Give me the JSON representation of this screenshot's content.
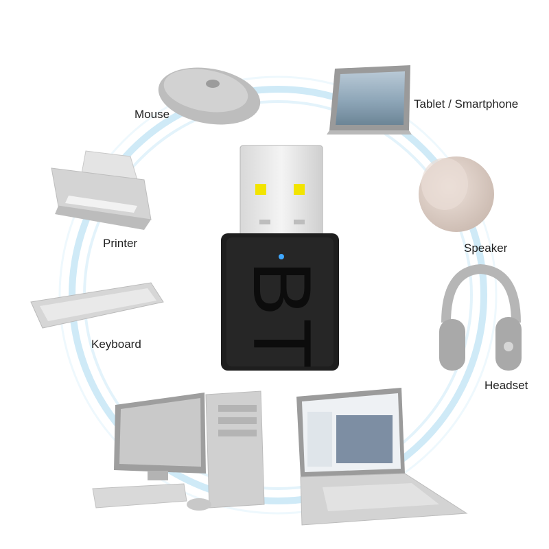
{
  "dongle": {
    "text": "BT",
    "led_color": "#3fa8ff"
  },
  "labels": {
    "mouse": "Mouse",
    "tablet": "Tablet / Smartphone",
    "printer": "Printer",
    "speaker": "Speaker",
    "keyboard": "Keyboard",
    "headset": "Headset"
  },
  "colors": {
    "ring": "#bfe3f5",
    "device": "#c8c8c8",
    "dongle_body": "#1e1e1e"
  }
}
